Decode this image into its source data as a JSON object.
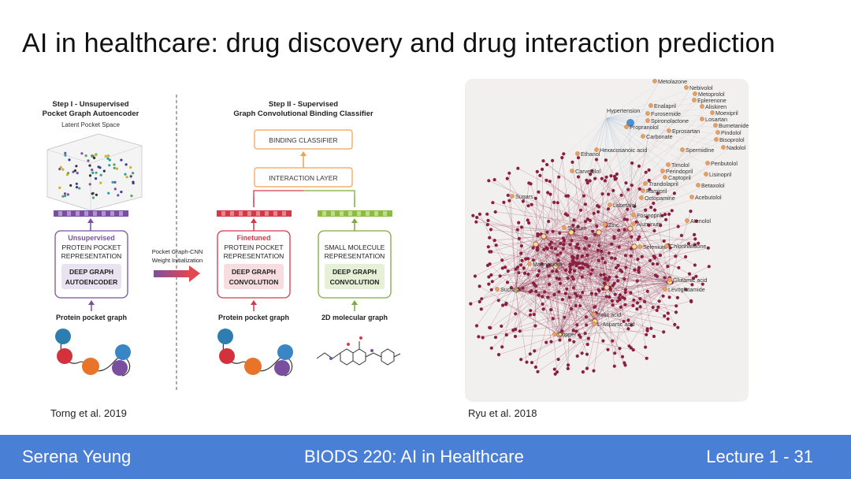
{
  "slide": {
    "title": "AI in healthcare: drug discovery and drug interaction prediction",
    "caption_left": "Torng et al. 2019",
    "caption_right": "Ryu et al. 2018"
  },
  "footer": {
    "author": "Serena Yeung",
    "course": "BIODS 220: AI in Healthcare",
    "lecture": "Lecture 1 - 31",
    "color": "#4a7fd6"
  },
  "left_figure": {
    "step1_title": "Step I - Unsupervised",
    "step1_subtitle": "Pocket Graph Autoencoder",
    "latent_label": "Latent Pocket Space",
    "step2_title": "Step II - Supervised",
    "step2_subtitle": "Graph Convolutional Binding Classifier",
    "binding_classifier": "BINDING CLASSIFIER",
    "interaction_layer": "INTERACTION LAYER",
    "unsup_label": "Unsupervised",
    "protein_rep_1": "PROTEIN POCKET",
    "protein_rep_2": "REPRESENTATION",
    "deep_graph": "DEEP GRAPH",
    "autoencoder": "AUTOENCODER",
    "convolution": "CONVOLUTION",
    "weight_init_1": "Pocket Graph-CNN",
    "weight_init_2": "Weight Initialization",
    "finetuned": "Finetuned",
    "small_mol_1": "SMALL MOLECULE",
    "small_mol_2": "REPRESENTATION",
    "protein_graph": "Protein pocket graph",
    "mol_graph": "2D molecular graph",
    "accent_purple": "#7a4fa0",
    "accent_red": "#d23a4a",
    "accent_green": "#7dab3a",
    "accent_orange": "#f0a050"
  },
  "right_figure": {
    "hub_color": "#8a1f3f",
    "drug_node_color": "#e8a060",
    "labels": [
      "Metolazone",
      "Nebivolol",
      "Metoprolol",
      "Eplerenone",
      "Aliskiren",
      "Moexipril",
      "Losartan",
      "Bumetanide",
      "Pindolol",
      "Bisoprolol",
      "Nadolol",
      "Penbutolol",
      "Lisinopril",
      "Betaxolol",
      "Acebutolol",
      "Atenolol",
      "Hypertension",
      "Enalapril",
      "Furosemide",
      "Spironolactone",
      "Propranolol",
      "Eprosartan",
      "Carbonate",
      "Hexacosanoic acid",
      "Spermidine",
      "Timolol",
      "Perindopril",
      "Captopril",
      "Trandolapril",
      "Ramipril",
      "Octopamine",
      "Labetalol",
      "Ethanol",
      "Carvedilol",
      "Sugars",
      "Fosinopril",
      "Aluminum",
      "Selenium",
      "Chlorthalidone",
      "Glutamic acid",
      "Levoglutamide",
      "Magnesium",
      "Sucrose",
      "Folic acid",
      "L-Aspartic acid",
      "Copper",
      "Sodium",
      "Zinc"
    ]
  }
}
